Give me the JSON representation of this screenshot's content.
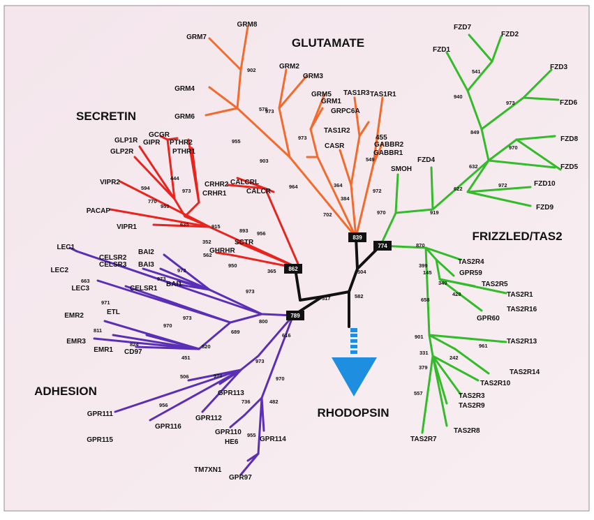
{
  "families": [
    {
      "key": "glutamate",
      "label": "GLUTAMATE",
      "color": "#f26b2c"
    },
    {
      "key": "secretin",
      "label": "SECRETIN",
      "color": "#e8241e"
    },
    {
      "key": "frizzled",
      "label": "FRIZZLED/TAS2",
      "color": "#33bb2a"
    },
    {
      "key": "adhesion",
      "label": "ADHESION",
      "color": "#5a2fb6"
    },
    {
      "key": "rhodopsin",
      "label": "RHODOPSIN",
      "color": "#1e8fe0"
    }
  ],
  "root_nodes": [
    "862",
    "839",
    "774",
    "789"
  ],
  "core_values": [
    "504",
    "517",
    "582"
  ],
  "glutamate": {
    "leaves": [
      "GRM8",
      "GRM7",
      "GRM4",
      "GRM6",
      "GRM2",
      "GRM3",
      "GRM5",
      "GRM1",
      "GRPC6A",
      "TAS1R3",
      "TAS1R1",
      "TAS1R2",
      "CASR",
      "455",
      "GABBR2",
      "GABBR1"
    ],
    "bootstrap": [
      "902",
      "578",
      "955",
      "903",
      "973",
      "973",
      "964",
      "702",
      "364",
      "549",
      "384",
      "972"
    ]
  },
  "secretin": {
    "leaves": [
      "GLP1R",
      "GLP2R",
      "GCGR",
      "GIPR",
      "PTHR2",
      "PTHR1",
      "VIPR2",
      "PACAP",
      "VIPR1",
      "CRHR2",
      "CRHR1",
      "CALCRL",
      "CALCR",
      "SCTR",
      "GHRHR"
    ],
    "bootstrap": [
      "594",
      "444",
      "973",
      "959",
      "770",
      "635",
      "915",
      "352",
      "562",
      "950",
      "365",
      "893",
      "956"
    ]
  },
  "frizzled": {
    "leaves": [
      "FZD7",
      "FZD2",
      "FZD1",
      "FZD3",
      "FZD6",
      "FZD8",
      "FZD5",
      "FZD10",
      "FZD9",
      "FZD4",
      "SMOH",
      "TAS2R4",
      "GPR59",
      "TAS2R5",
      "TAS2R1",
      "TAS2R16",
      "GPR60",
      "TAS2R13",
      "TAS2R14",
      "TAS2R10",
      "TAS2R3",
      "TAS2R9",
      "TAS2R8",
      "TAS2R7"
    ],
    "bootstrap": [
      "541",
      "940",
      "973",
      "849",
      "970",
      "632",
      "972",
      "622",
      "919",
      "970",
      "870",
      "399",
      "145",
      "349",
      "428",
      "658",
      "901",
      "961",
      "331",
      "242",
      "379",
      "557"
    ]
  },
  "adhesion": {
    "leaves": [
      "LEC1",
      "LEC2",
      "LEC3",
      "CELSR2",
      "CELSR3",
      "BAI2",
      "BAI3",
      "BAI1",
      "CELSR1",
      "ETL",
      "EMR2",
      "EMR3",
      "EMR1",
      "CD97",
      "GPR111",
      "GPR115",
      "GPR116",
      "GPR112",
      "GPR113",
      "GPR110",
      "HE6",
      "GPR114",
      "TM7XN1",
      "GPR97"
    ],
    "bootstrap": [
      "663",
      "971",
      "973",
      "973",
      "973",
      "973",
      "970",
      "800",
      "689",
      "820",
      "811",
      "824",
      "451",
      "616",
      "973",
      "970",
      "970",
      "506",
      "956",
      "736",
      "482",
      "955"
    ]
  }
}
